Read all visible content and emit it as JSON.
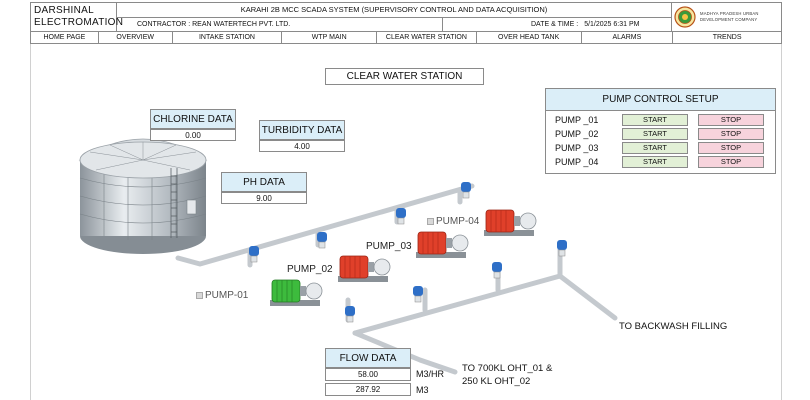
{
  "header": {
    "brand_line1": "DARSHINAL",
    "brand_line2": "ELECTROMATION",
    "title": "KARAHI 2B MCC SCADA SYSTEM (SUPERVISORY CONTROL AND DATA ACQUISITION)",
    "contractor": "CONTRACTOR : REAN WATERTECH PVT. LTD.",
    "datetime_label": "DATE & TIME :",
    "datetime_value": "5/1/2025 6:31 PM",
    "logo_line1": "MADHYA PRADESH URBAN",
    "logo_line2": "DEVELOPMENT COMPANY"
  },
  "nav": [
    {
      "label": "HOME PAGE"
    },
    {
      "label": "OVERVIEW"
    },
    {
      "label": "INTAKE STATION"
    },
    {
      "label": "WTP MAIN"
    },
    {
      "label": "CLEAR WATER STATION"
    },
    {
      "label": "OVER HEAD TANK"
    },
    {
      "label": "ALARMS"
    },
    {
      "label": "TRENDS"
    }
  ],
  "page_title": "CLEAR WATER STATION",
  "chlorine": {
    "label": "CHLORINE DATA",
    "value": "0.00"
  },
  "turbidity": {
    "label": "TURBIDITY DATA",
    "value": "4.00"
  },
  "ph": {
    "label": "PH DATA",
    "value": "9.00"
  },
  "pump_control": {
    "title": "PUMP CONTROL SETUP",
    "rows": [
      {
        "name": "PUMP _01",
        "start": "START",
        "stop": "STOP"
      },
      {
        "name": "PUMP _02",
        "start": "START",
        "stop": "STOP"
      },
      {
        "name": "PUMP _03",
        "start": "START",
        "stop": "STOP"
      },
      {
        "name": "PUMP _04",
        "start": "START",
        "stop": "STOP"
      }
    ]
  },
  "pumps": {
    "p1": {
      "label": "PUMP-01",
      "state": "running"
    },
    "p2": {
      "label": "PUMP_02",
      "state": "stopped"
    },
    "p3": {
      "label": "PUMP_03",
      "state": "stopped"
    },
    "p4": {
      "label": "PUMP-04",
      "state": "stopped"
    }
  },
  "flow": {
    "label": "FLOW DATA",
    "rate_value": "58.00",
    "rate_unit": "M3/HR",
    "total_value": "287.92",
    "total_unit": "M3"
  },
  "annotations": {
    "backwash": "TO BACKWASH FILLING",
    "oht_line1": "TO 700KL OHT_01 &",
    "oht_line2": "250 KL OHT_02"
  },
  "colors": {
    "running": "#3dbb3d",
    "stopped": "#e0402a",
    "valve": "#2e6fc7",
    "pipe": "#c9ced3",
    "label_bg": "#dbeef8",
    "start_bg": "#e2f0d6",
    "stop_bg": "#f7d3dc"
  }
}
